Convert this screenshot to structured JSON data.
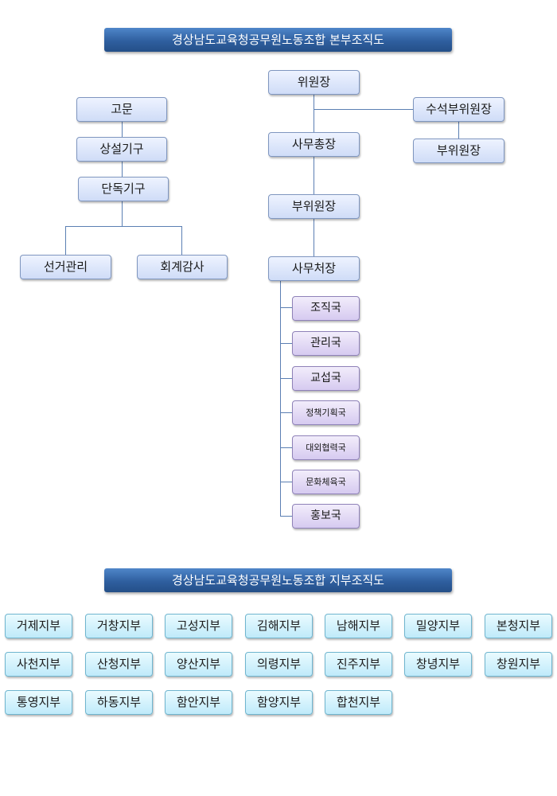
{
  "hq": {
    "title": "경상남도교육청공무원노동조합 본부조직도",
    "chairman": "위원장",
    "senior_vice_chairman": "수석부위원장",
    "vice_chairman_right": "부위원장",
    "secretary_general": "사무총장",
    "vice_chairman": "부위원장",
    "office_director": "사무처장",
    "advisor": "고문",
    "standing_body": "상설기구",
    "single_body": "단독기구",
    "election": "선거관리",
    "audit": "회계감사",
    "departments": [
      "조직국",
      "관리국",
      "교섭국",
      "정책기획국",
      "대외협력국",
      "문화체육국",
      "홍보국"
    ]
  },
  "branches": {
    "title": "경상남도교육청공무원노동조합 지부조직도",
    "items": [
      "거제지부",
      "거창지부",
      "고성지부",
      "김해지부",
      "남해지부",
      "밀양지부",
      "본청지부",
      "사천지부",
      "산청지부",
      "양산지부",
      "의령지부",
      "진주지부",
      "창녕지부",
      "창원지부",
      "통영지부",
      "하동지부",
      "함안지부",
      "함양지부",
      "합천지부"
    ]
  }
}
